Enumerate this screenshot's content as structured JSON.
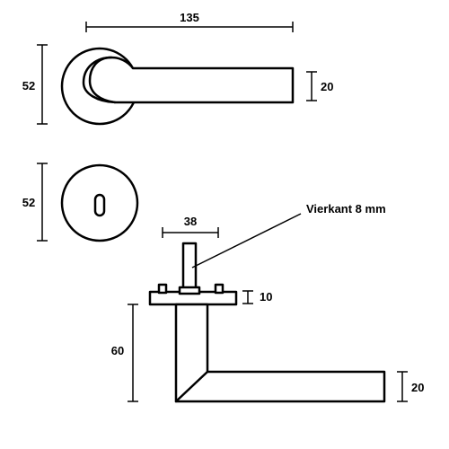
{
  "labels": {
    "handle_length": "135",
    "rose_diameter_top": "52",
    "handle_thickness_top": "20",
    "escutcheon_diameter": "52",
    "spindle_length": "38",
    "spindle_note": "Vierkant 8 mm",
    "rose_height": "10",
    "handle_drop": "60",
    "handle_thickness_side": "20"
  },
  "colors": {
    "line": "#000000",
    "background": "#ffffff"
  }
}
